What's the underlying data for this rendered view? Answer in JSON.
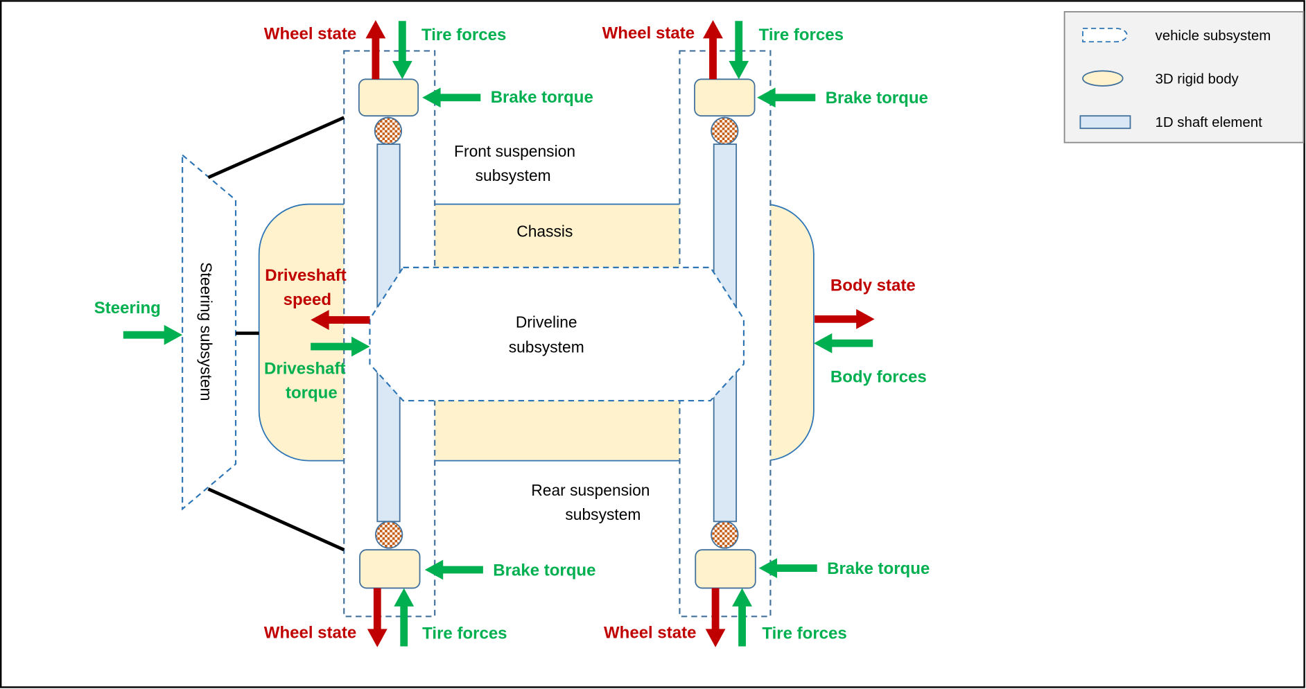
{
  "legend": {
    "items": [
      {
        "label": "vehicle subsystem",
        "symbol": "dashed-outline"
      },
      {
        "label": "3D rigid body",
        "symbol": "ellipse"
      },
      {
        "label": "1D shaft element",
        "symbol": "rectangle"
      }
    ]
  },
  "colors": {
    "output_arrow": "#c00000",
    "input_arrow": "#00b050",
    "rigid_body_fill": "#fff2cc",
    "shaft_fill": "#dae8f5",
    "outline": "#2e75b6"
  },
  "subsystems": {
    "front_suspension": [
      "Front suspension",
      "subsystem"
    ],
    "rear_suspension": [
      "Rear suspension",
      "subsystem"
    ],
    "driveline": [
      "Driveline",
      "subsystem"
    ],
    "steering": "Steering subsystem",
    "chassis": "Chassis"
  },
  "signals": {
    "wheel_state": "Wheel state",
    "tire_forces": "Tire forces",
    "brake_torque": "Brake torque",
    "steering": "Steering",
    "driveshaft_speed": [
      "Driveshaft",
      "speed"
    ],
    "driveshaft_torque": [
      "Driveshaft",
      "torque"
    ],
    "body_state": "Body state",
    "body_forces": "Body forces"
  }
}
